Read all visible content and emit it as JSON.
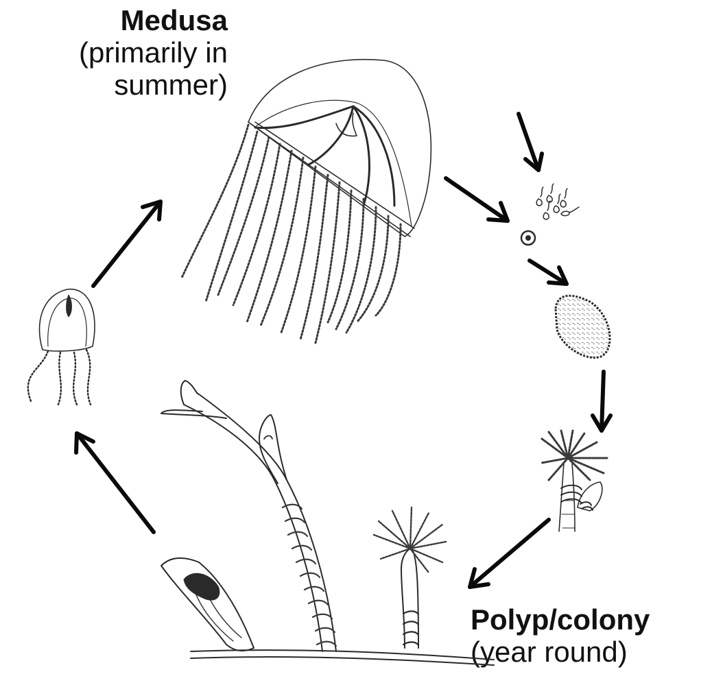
{
  "labels": {
    "medusa": {
      "title": "Medusa",
      "line1": "(primarily in",
      "line2": "summer)"
    },
    "polyp": {
      "title": "Polyp/colony",
      "subtitle": "(year round)"
    }
  },
  "colors": {
    "ink": "#2a2a2a",
    "arrow": "#0a0a0a",
    "background": "#ffffff"
  },
  "stages": [
    "medusa-illustration",
    "sperm-illustration",
    "egg-illustration",
    "planula-larva-illustration",
    "settled-polyp-illustration",
    "colony-illustration",
    "gonotheca-illustration",
    "young-medusa-illustration"
  ]
}
